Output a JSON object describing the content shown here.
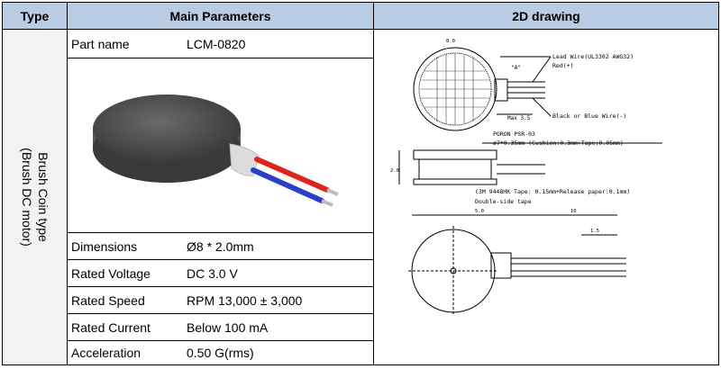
{
  "headers": {
    "type": "Type",
    "main_parameters": "Main Parameters",
    "drawing": "2D drawing"
  },
  "type_label": {
    "line1": "Brush Coin type",
    "line2": "(Brush DC motor)"
  },
  "part": {
    "key": "Part name",
    "value": "LCM-0820"
  },
  "params": [
    {
      "key": "Dimensions",
      "value": "Ø8 * 2.0mm"
    },
    {
      "key": "Rated Voltage",
      "value": "DC 3.0 V"
    },
    {
      "key": "Rated Speed",
      "value": "RPM 13,000 ± 3,000"
    },
    {
      "key": "Rated Current",
      "value": "Below 100 mA"
    },
    {
      "key": "Acceleration",
      "value": "0.50 G(rms)"
    }
  ],
  "drawing_labels": {
    "lead_wire": "Lead Wire(UL3302 AWG32)",
    "red": "Red(+)",
    "black_blue": "Black or Blue Wire(-)",
    "max": "Max 3.5",
    "poron": "PORON PSR-03",
    "cushion": "ø7*0.35mm (Cushion:0.3mm+Tape:0.05mm)",
    "tape_3m": "(3M 9448HK Tape: 0.15mm+Release paper:0.1mm)",
    "double_side": "Double-side tape",
    "dim_a": "\"A\"",
    "dim_top": "8.0",
    "dim_height": "2.0",
    "dim_left": "5.0",
    "dim_right": "10",
    "dim_small": "1.5"
  },
  "colors": {
    "header_bg": "#b8cce4",
    "wire_red": "#e0241c",
    "wire_blue": "#2a3fc9",
    "motor": "#4a4a4a"
  }
}
